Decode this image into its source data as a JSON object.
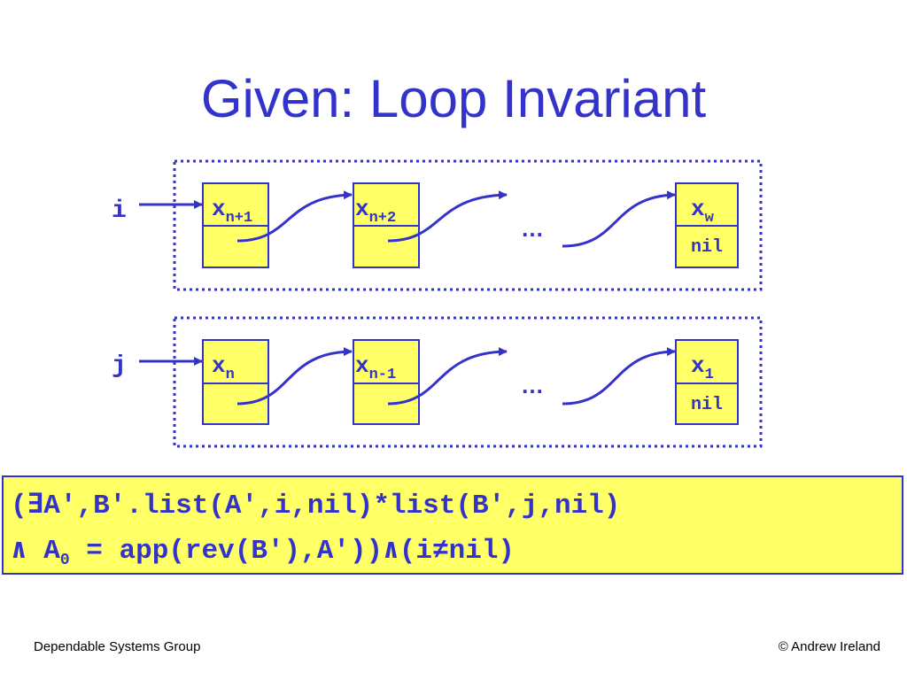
{
  "title": "Given: Loop Invariant",
  "colors": {
    "accent": "#3333cc",
    "node_fill": "#ffff66",
    "background": "#ffffff"
  },
  "list_i": {
    "pointer": "i",
    "nodes": [
      {
        "head": "x",
        "sub": "n+1",
        "tail": ""
      },
      {
        "head": "x",
        "sub": "n+2",
        "tail": ""
      },
      {
        "head": "x",
        "sub": "w",
        "tail": "nil"
      }
    ],
    "ellipsis": "…"
  },
  "list_j": {
    "pointer": "j",
    "nodes": [
      {
        "head": "x",
        "sub": "n",
        "tail": ""
      },
      {
        "head": "x",
        "sub": "n-1",
        "tail": ""
      },
      {
        "head": "x",
        "sub": "1",
        "tail": "nil"
      }
    ],
    "ellipsis": "…"
  },
  "formula": {
    "line1": "(∃A′,B′.list(A′,i,nil)*list(B′,j,nil)",
    "line2_pre": "∧ A",
    "line2_sub": "0",
    "line2_post": " = app(rev(B′),A′))∧(i≠nil)"
  },
  "footer": {
    "left": "Dependable Systems Group",
    "right": "© Andrew Ireland"
  }
}
